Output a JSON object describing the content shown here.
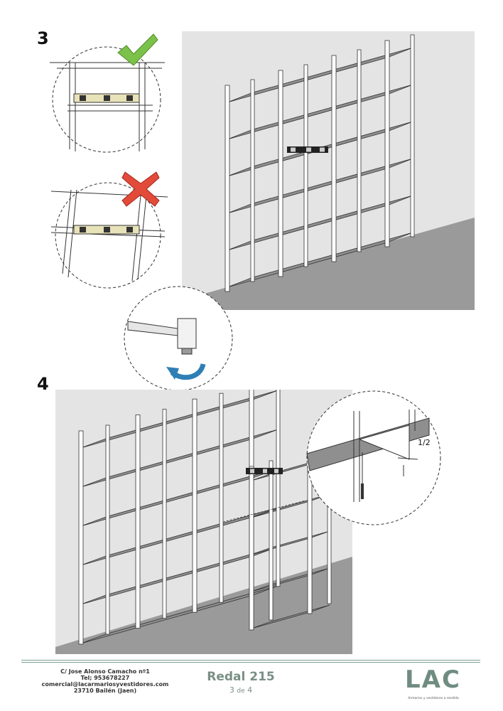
{
  "steps": {
    "step3": "3",
    "step4": "4"
  },
  "annotations": {
    "fraction": "1/2"
  },
  "footer": {
    "address_lines": [
      "C/ Jose Alonso Camacho nº1",
      "Tel; 953678227",
      "comercial@lacarmariosyvestidores.com",
      "23710 Bailén (Jaen)"
    ],
    "product_title": "Redal 215",
    "page_current": "3",
    "page_de": "de",
    "page_total": "4",
    "logo_text": "LAC",
    "logo_tagline": "Armarios y vestidores a medida"
  },
  "colors": {
    "accent": "#7a9e92",
    "check": "#7cc24a",
    "cross": "#e24b3a",
    "arrow": "#2f7fb5",
    "floor": "#9a9a9a",
    "wall": "#e4e4e4",
    "shelf": "#8f8f8f"
  }
}
